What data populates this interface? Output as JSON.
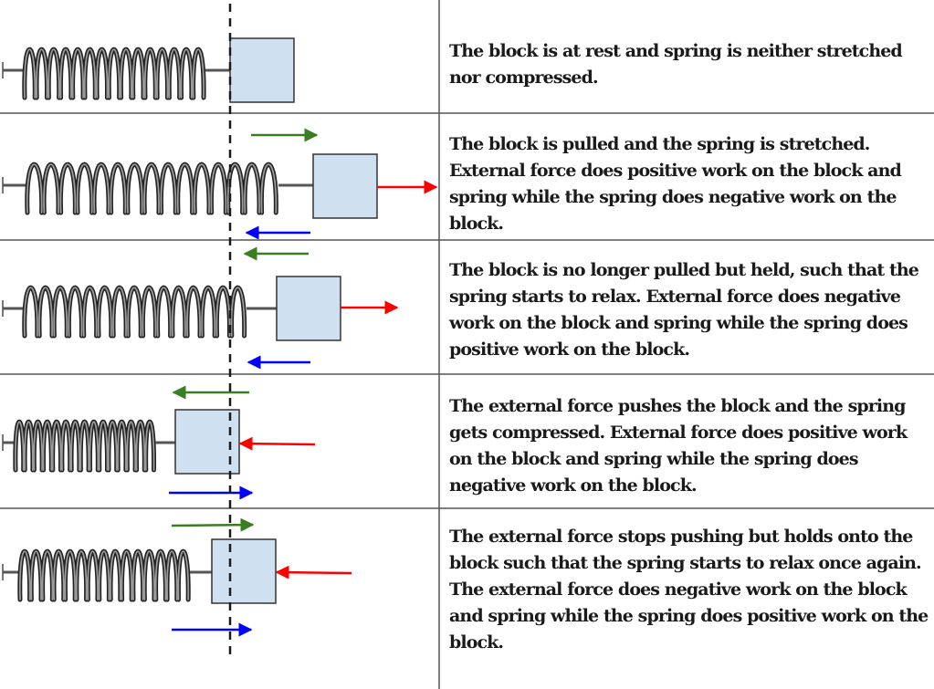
{
  "title": "Work done by external force and spring on a block",
  "legend_colors": {
    "external_force": "#ff0000",
    "block_motion": "#3a7d23",
    "spring_force": "#0000ff",
    "block_fill": "#cfe0f1",
    "block_border": "#333333",
    "equilibrium_line": "#1a1a1a"
  },
  "rows": [
    {
      "id": "rest",
      "state": "at rest",
      "description": "The block is at rest and spring is neither stretched nor compressed.",
      "arrows": []
    },
    {
      "id": "stretching",
      "state": "pulled / stretched",
      "description": "The block is pulled and the spring is stretched. External force does positive work on the block and spring while the spring does negative work on the block.",
      "arrows": [
        {
          "kind": "motion",
          "color": "green",
          "direction": "right"
        },
        {
          "kind": "external-force",
          "color": "red",
          "direction": "right"
        },
        {
          "kind": "spring-force",
          "color": "blue",
          "direction": "left"
        }
      ]
    },
    {
      "id": "relaxing-from-stretch",
      "state": "held, spring relaxing",
      "description": "The block is no longer pulled but held, such that the spring starts to relax. External force does negative work on the block and spring while the spring does positive work on the block.",
      "arrows": [
        {
          "kind": "motion",
          "color": "green",
          "direction": "left"
        },
        {
          "kind": "external-force",
          "color": "red",
          "direction": "right"
        },
        {
          "kind": "spring-force",
          "color": "blue",
          "direction": "left"
        }
      ]
    },
    {
      "id": "compressing",
      "state": "pushed / compressed",
      "description": "The external force pushes the block and the spring gets compressed. External force does positive work on the block and spring  while the spring does negative work on the block.",
      "arrows": [
        {
          "kind": "motion",
          "color": "green",
          "direction": "left"
        },
        {
          "kind": "external-force",
          "color": "red",
          "direction": "left"
        },
        {
          "kind": "spring-force",
          "color": "blue",
          "direction": "right"
        }
      ]
    },
    {
      "id": "relaxing-from-compression",
      "state": "held, spring relaxing again",
      "description": "The external force stops pushing but holds onto the block such that the spring starts to relax once again. The external force does negative work on the block and spring while the spring does positive work on the block.",
      "arrows": [
        {
          "kind": "motion",
          "color": "green",
          "direction": "right"
        },
        {
          "kind": "external-force",
          "color": "red",
          "direction": "left"
        },
        {
          "kind": "spring-force",
          "color": "blue",
          "direction": "right"
        }
      ]
    }
  ]
}
